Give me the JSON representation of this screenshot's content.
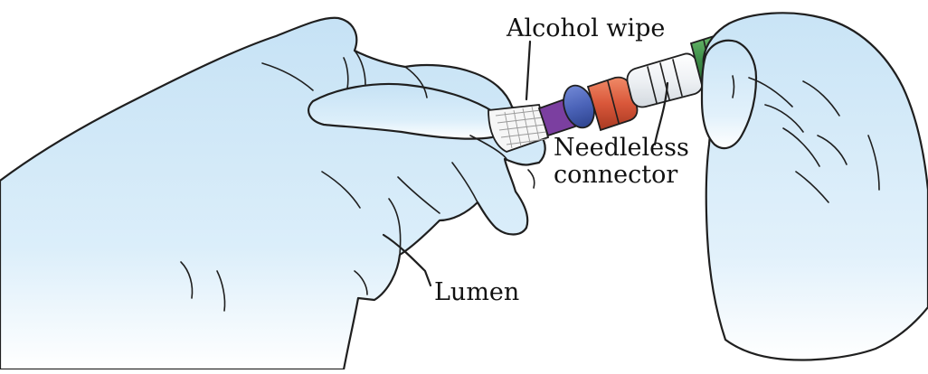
{
  "labels": {
    "alcohol_wipe": "Alcohol wipe",
    "needleless_connector_line1": "Needleless",
    "needleless_connector_line2": "connector",
    "lumen": "Lumen"
  },
  "colors": {
    "glove": "#cfe7f7",
    "glove_light": "#eef7fd",
    "tube": "#c9a8d6",
    "cap_red": "#d9573a",
    "hub_blue": "#4b63b8",
    "hub_purple": "#7b3fa0",
    "cap_green": "#3f8f4a",
    "wipe": "#f4f4f4"
  }
}
